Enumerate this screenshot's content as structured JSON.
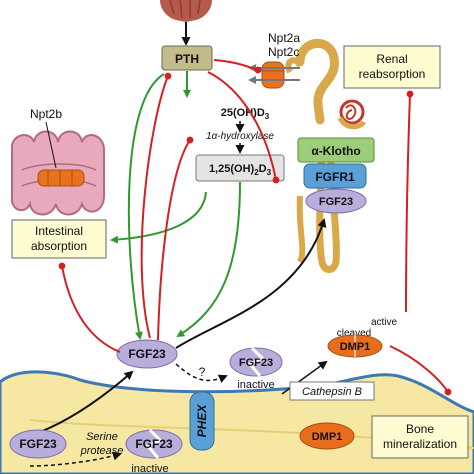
{
  "labels": {
    "pth": "PTH",
    "npt2a": "Npt2a",
    "npt2c": "Npt2c",
    "renal_reabsorption_1": "Renal",
    "renal_reabsorption_2": "reabsorption",
    "npt2b": "Npt2b",
    "vitd_precursor": "25(OH)D",
    "vitd_precursor_sub": "3",
    "hydroxylase": "1α-hydroxylase",
    "vitd_active_a": "1,25(OH)",
    "vitd_active_sub2": "2",
    "vitd_active_b": "D",
    "vitd_active_sub3": "3",
    "klotho": "α-Klotho",
    "fgfr1": "FGFR1",
    "fgf23_receptor": "FGF23",
    "intestinal_absorption_1": "Intestinal",
    "intestinal_absorption_2": "absorption",
    "fgf23_circulating": "FGF23",
    "fgf23_inactive_top": "FGF23",
    "inactive_top": "inactive",
    "question_mark": "?",
    "phex": "PHEX",
    "cleaved_1": "cleaved",
    "cleaved_active": "active",
    "dmp1_cleaved": "DMP1",
    "cathepsin_b": "Cathepsin B",
    "dmp1_bone": "DMP1",
    "bone_mineralization_1": "Bone",
    "bone_mineralization_2": "mineralization",
    "fgf23_bone": "FGF23",
    "serine_1": "Serine",
    "serine_2": "protease",
    "fgf23_cleaved": "FGF23",
    "inactive_bottom": "inactive"
  },
  "colors": {
    "stimulate": "#2e9a2e",
    "inhibit": "#d42020",
    "pathway": "#111111",
    "fgf23_fill": "#b9addb",
    "pth_fill": "#c2bb8c",
    "vitd_fill": "#e4e4e4",
    "note_fill": "#fdfbd0",
    "klotho_fill": "#9ccd78",
    "fgfr1_fill": "#5aa0d6",
    "dmp1_fill": "#e86e1e",
    "bone_fill": "#f6e7a3",
    "bone_stroke": "#3f79b5",
    "transporter": "#e8731e",
    "kidney_tubule": "#d9a84a",
    "intestine": "#e7a9bb"
  }
}
